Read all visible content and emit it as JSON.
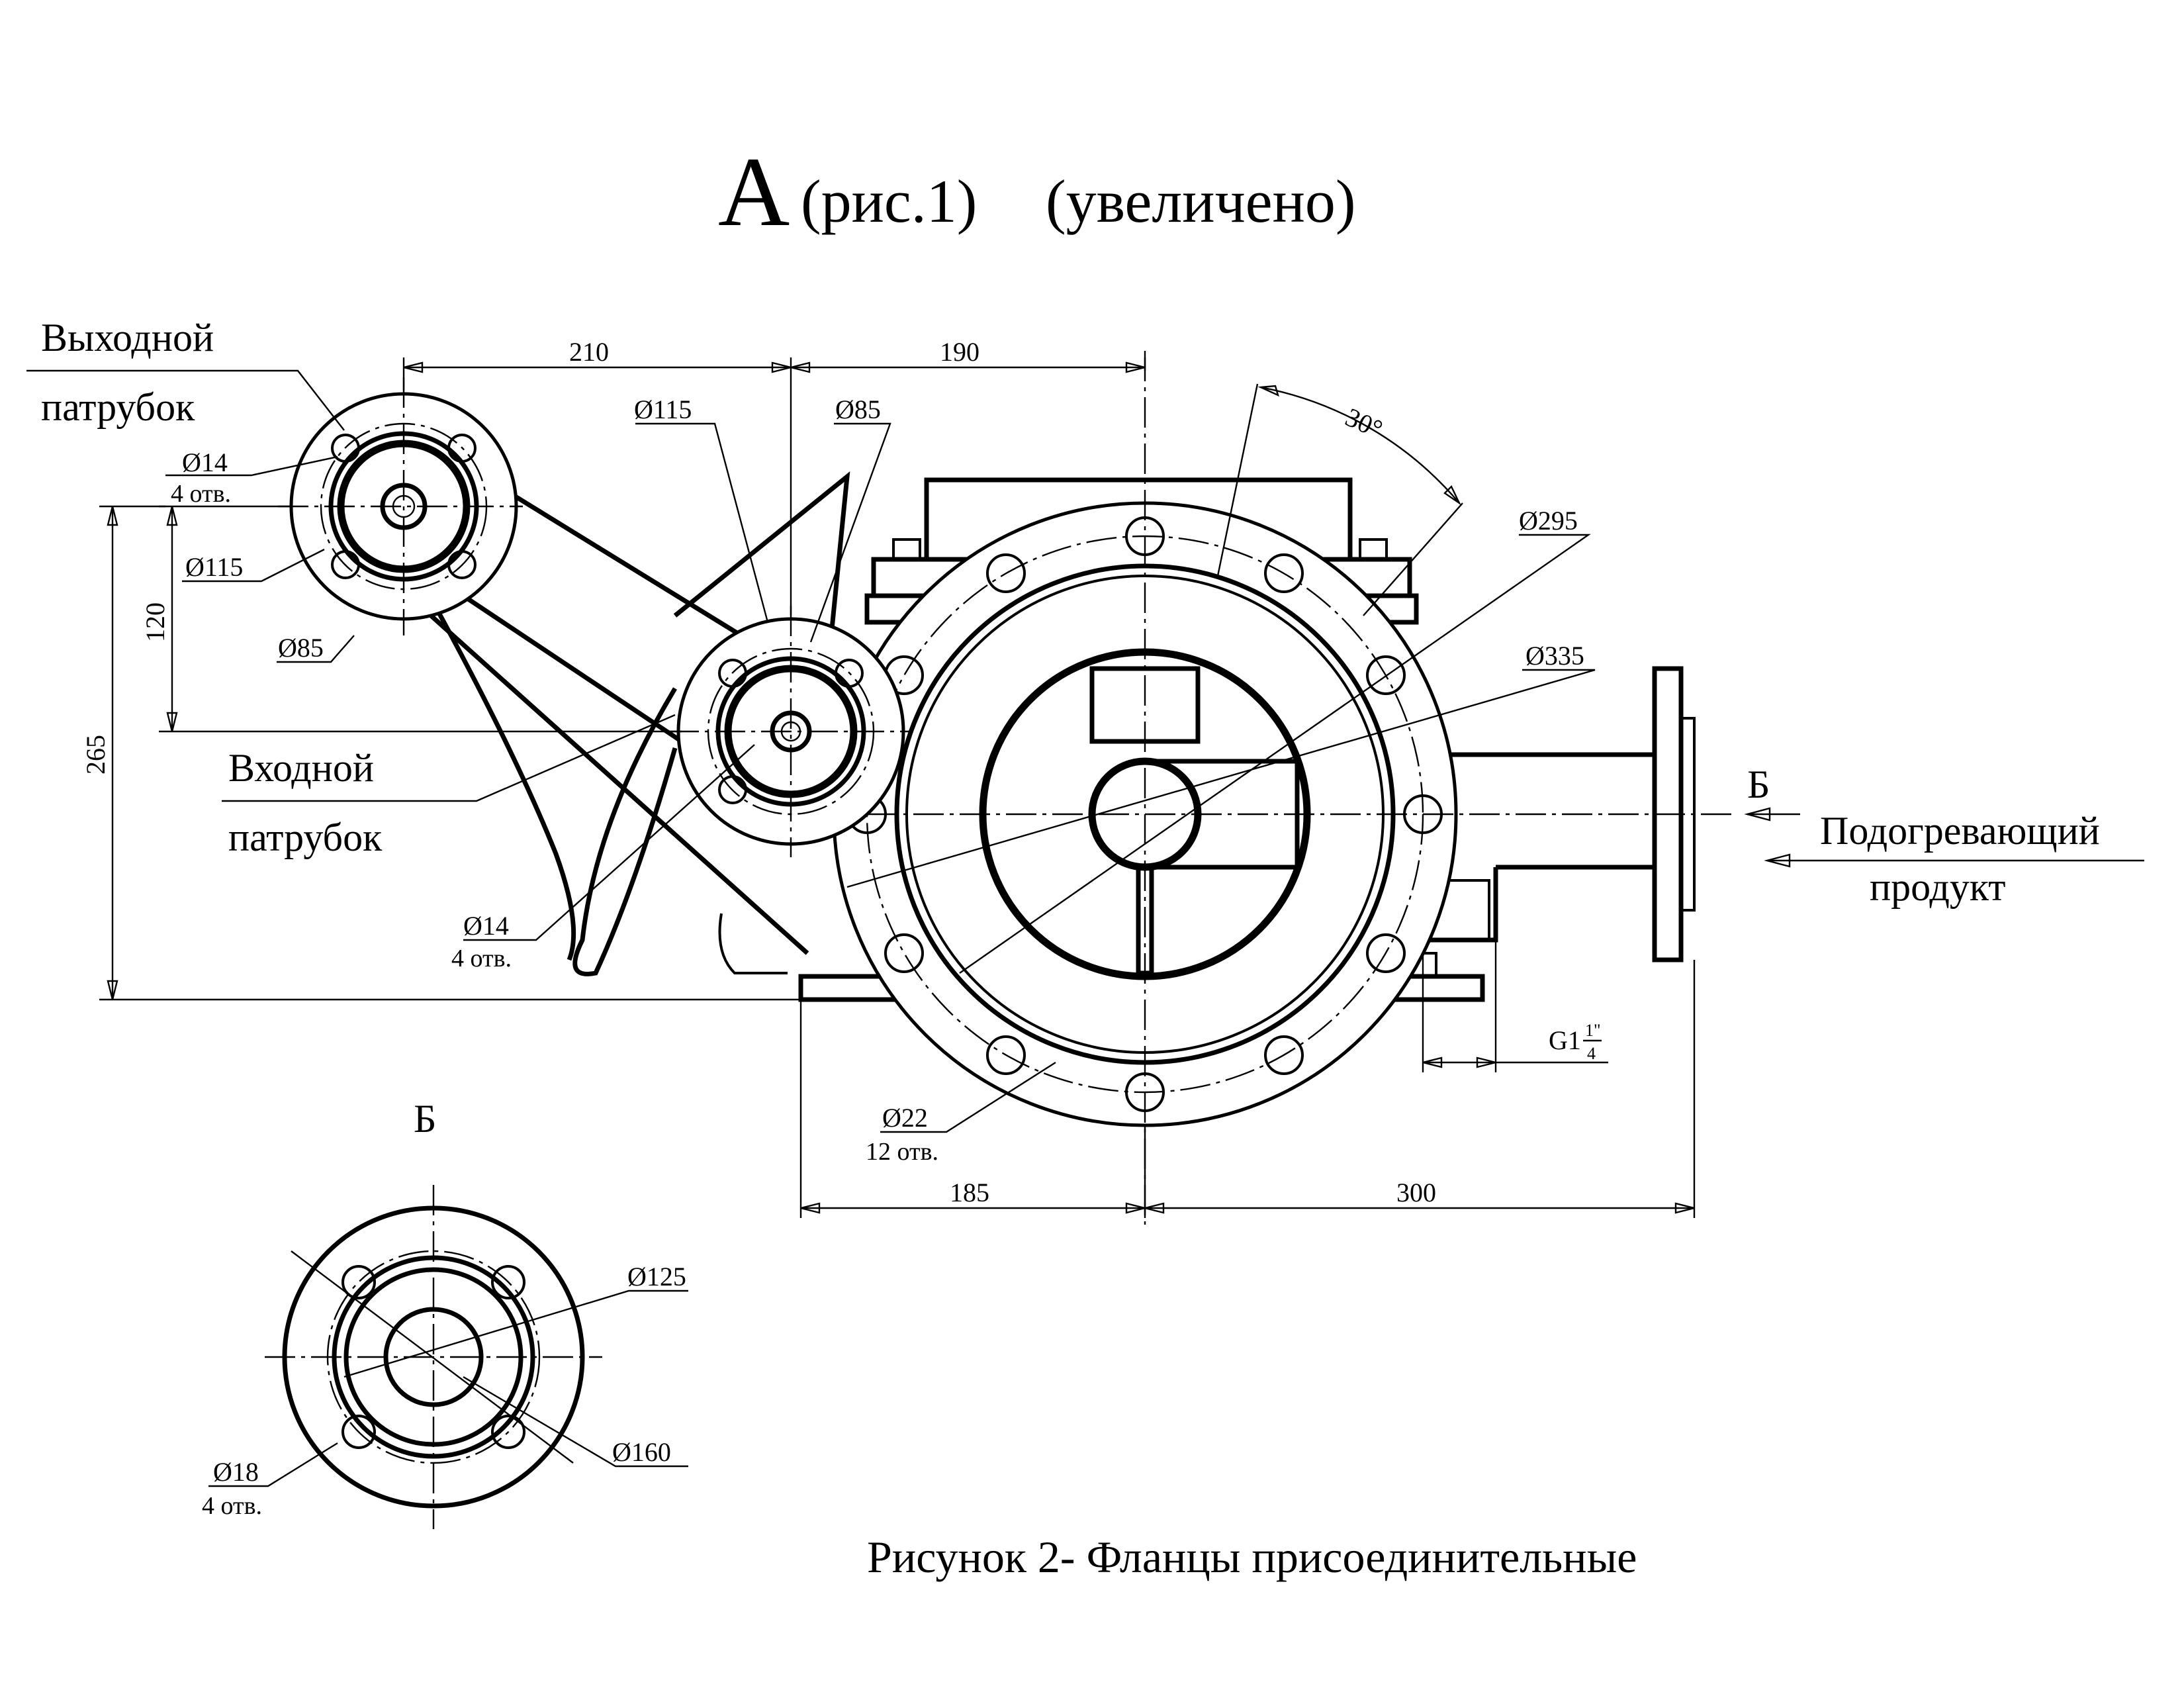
{
  "title": {
    "main": "А",
    "sub1": "(рис.1)",
    "sub2": "(увеличено)"
  },
  "labels": {
    "outlet_line1": "Выходной",
    "outlet_line2": "патрубок",
    "inlet_line1": "Входной",
    "inlet_line2": "патрубок",
    "heating_line1": "Подогревающий",
    "heating_line2": "продукт",
    "view_arrow": "Б",
    "view_title": "Б"
  },
  "dimensions": {
    "d210": "210",
    "d190": "190",
    "d120": "120",
    "d265": "265",
    "d185": "185",
    "d300": "300",
    "angle30": "30°",
    "out_d14": "Ø14",
    "out_holes": "4 отв.",
    "out_d115": "Ø115",
    "out_d85": "Ø85",
    "in_d115": "Ø115",
    "in_d85": "Ø85",
    "in_d14": "Ø14",
    "in_holes": "4 отв.",
    "d295": "Ø295",
    "d335": "Ø335",
    "d22": "Ø22",
    "d22_holes": "12 отв.",
    "thread": "G1",
    "thread_num": "1\"",
    "thread_den": "4",
    "b_d125": "Ø125",
    "b_d160": "Ø160",
    "b_d18": "Ø18",
    "b_holes": "4 отв."
  },
  "caption": "Рисунок 2- Фланцы присоединительные"
}
